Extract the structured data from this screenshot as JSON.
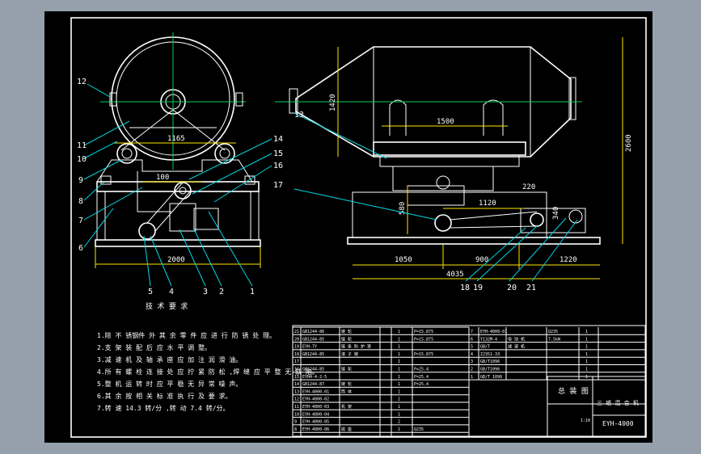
{
  "colors": {
    "background": "#000000",
    "frame": "#ffffff",
    "dimension": "#ffe600",
    "centerline": "#00d25a",
    "leader": "#00d8e6",
    "section": "#ff3838",
    "outer": "#95a0ac"
  },
  "front_view": {
    "callouts": [
      "12",
      "11",
      "10",
      "9",
      "8",
      "7",
      "6",
      "5",
      "4",
      "3",
      "2",
      "1",
      "14",
      "15",
      "16"
    ],
    "dims": {
      "span": "1165",
      "offset": "100",
      "base": "2000"
    }
  },
  "side_view": {
    "callouts": [
      "13",
      "17",
      "18",
      "19",
      "20",
      "21"
    ],
    "dims": {
      "height1": "1420",
      "length": "1500",
      "height2": "580",
      "span": "1120",
      "d220": "220",
      "height3": "2600",
      "seg1": "1050",
      "seg2": "900",
      "seg3": "1220",
      "total": "4035",
      "d340": "340"
    }
  },
  "notes": {
    "title": "技 术 要 求",
    "items": [
      "1.除 不 锈钢件 外 其 余 零 件 应 进 行 防 锈 处 理。",
      "2.支 架 装 配 后 应 水 平 调 整。",
      "3.减 速 机 及 轴 承 座 应 加 注 润 滑 油。",
      "4.所 有 螺 栓 连 接 处 应 拧 紧 防 松 ,焊 缝 应 平 整 无 缺 陷。",
      "5.整 机 运 转 时 应 平 稳 无 异 常 噪 声。",
      "6.其 余 按 相 关 标 准 执 行 及 要 求。",
      "7.转 速 14.3 转/分 ,转 动 7.4 转/分。"
    ]
  },
  "bom_left": [
    {
      "no": "21",
      "code": "GB1244-86",
      "name": "链 轮",
      "spec": "P=15.875",
      "qty": "1"
    },
    {
      "no": "20",
      "code": "GB1244-85",
      "name": "链 轮",
      "spec": "P=15.875",
      "qty": "1"
    },
    {
      "no": "19",
      "code": "EYH-7Y",
      "name": "链 条 防 护 罩",
      "spec": "",
      "qty": "1"
    },
    {
      "no": "18",
      "code": "GB1244-85",
      "name": "滚 子 链",
      "spec": "P=15.875",
      "qty": "1"
    },
    {
      "no": "17",
      "code": "",
      "name": "",
      "spec": "",
      "qty": "1"
    },
    {
      "no": "16",
      "code": "GB1244-85",
      "name": "链 轮",
      "spec": "P=25.4",
      "qty": "1"
    },
    {
      "no": "15",
      "code": "EYH4-4-2-5",
      "name": "",
      "spec": "P=25.4",
      "qty": "1"
    },
    {
      "no": "14",
      "code": "GB1244-87",
      "name": "链 轮",
      "spec": "P=25.4",
      "qty": "1"
    },
    {
      "no": "13",
      "code": "EYH-4000-01",
      "name": "筒 体",
      "spec": "",
      "qty": "1"
    },
    {
      "no": "12",
      "code": "EYH-4000-02",
      "name": "",
      "spec": "",
      "qty": "1"
    },
    {
      "no": "11",
      "code": "EYH-4000-03",
      "name": "机 架",
      "spec": "",
      "qty": "1"
    },
    {
      "no": "10",
      "code": "EYH-4000-04",
      "name": "",
      "spec": "",
      "qty": "1"
    },
    {
      "no": "9",
      "code": "EYH-4000-05",
      "name": "",
      "spec": "",
      "qty": "2"
    },
    {
      "no": "8",
      "code": "EYH-4000-06",
      "name": "底 座",
      "spec": "Q235",
      "qty": "1"
    }
  ],
  "bom_right": [
    {
      "no": "7",
      "code": "EYH-4000-01",
      "name": "",
      "spec": "Q235",
      "qty": "1"
    },
    {
      "no": "6",
      "code": "Y132M-4",
      "name": "电 动 机",
      "spec": "7.5kW",
      "qty": "1"
    },
    {
      "no": "5",
      "code": "GB/T",
      "name": "减 速 机",
      "spec": "",
      "qty": "1"
    },
    {
      "no": "4",
      "code": "ZJ351-33",
      "name": "",
      "spec": "",
      "qty": "1"
    },
    {
      "no": "3",
      "code": "GB/T1096",
      "name": "",
      "spec": "",
      "qty": "1"
    },
    {
      "no": "2",
      "code": "GB/T1096",
      "name": "",
      "spec": "",
      "qty": "1"
    },
    {
      "no": "1",
      "code": "GB/T 1096",
      "name": "",
      "spec": "",
      "qty": "1"
    }
  ],
  "title_block": {
    "name": "总 装 图",
    "product": "三 维 混 合 机",
    "drawing_no": "EYH-4000",
    "scale": "1:10"
  }
}
